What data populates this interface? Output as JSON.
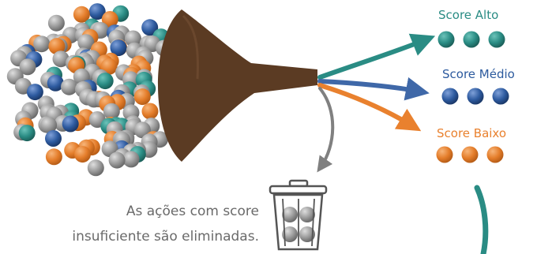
{
  "colors": {
    "teal": "#2a8c84",
    "blue": "#2c5a9e",
    "orange": "#e9812e",
    "gray": "#9c9c9c",
    "funnel": "#5b3b23"
  },
  "categories": [
    {
      "key": "alto",
      "label": "Score Alto",
      "color": "#2a8c84",
      "arrow_color": "#2a8c84"
    },
    {
      "key": "medio",
      "label": "Score Médio",
      "color": "#2c5a9e",
      "arrow_color": "#3f68a8"
    },
    {
      "key": "baixo",
      "label": "Score Baixo",
      "color": "#e9812e",
      "arrow_color": "#e9812e"
    }
  ],
  "caption": {
    "line1": "As ações com score",
    "line2": "insuficiente são eliminadas."
  },
  "icons": [
    "funnel-icon",
    "trash-bin-icon",
    "ball-icon",
    "arrow-icon"
  ]
}
